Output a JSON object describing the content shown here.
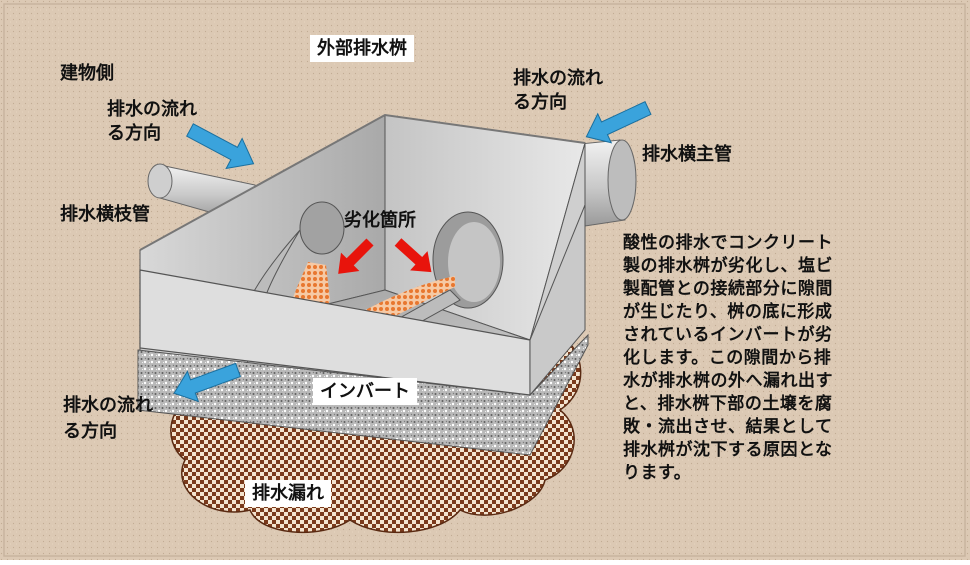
{
  "labels": {
    "outer_basin": "外部排水桝",
    "building_side": "建物側",
    "flow_dir_left_1": "排水の流れ",
    "flow_dir_left_2": "る方向",
    "flow_dir_right_1": "排水の流れ",
    "flow_dir_right_2": "る方向",
    "main_pipe": "排水横主管",
    "branch_pipe": "排水横枝管",
    "degraded": "劣化箇所",
    "invert": "インバート",
    "flow_dir_bottom_1": "排水の流れ",
    "flow_dir_bottom_2": "る方向",
    "leak": "排水漏れ"
  },
  "description": [
    "酸性の排水でコンクリート",
    "製の排水桝が劣化し、塩ビ",
    "製配管との接続部分に隙間",
    "が生じたり、桝の底に形成",
    "されているインバートが劣",
    "化します。この隙間から排",
    "水が排水桝の外へ漏れ出す",
    "と、排水桝下部の土壌を腐",
    "敗・流出させ、結果として",
    "排水桝が沈下する原因とな",
    "ります。"
  ],
  "colors": {
    "background": "#dcc9b4",
    "arrow_blue": "#3aa3dc",
    "arrow_red": "#e8140c",
    "soil_brown": "#7a3a1c",
    "damage_orange": "#e8772f"
  }
}
